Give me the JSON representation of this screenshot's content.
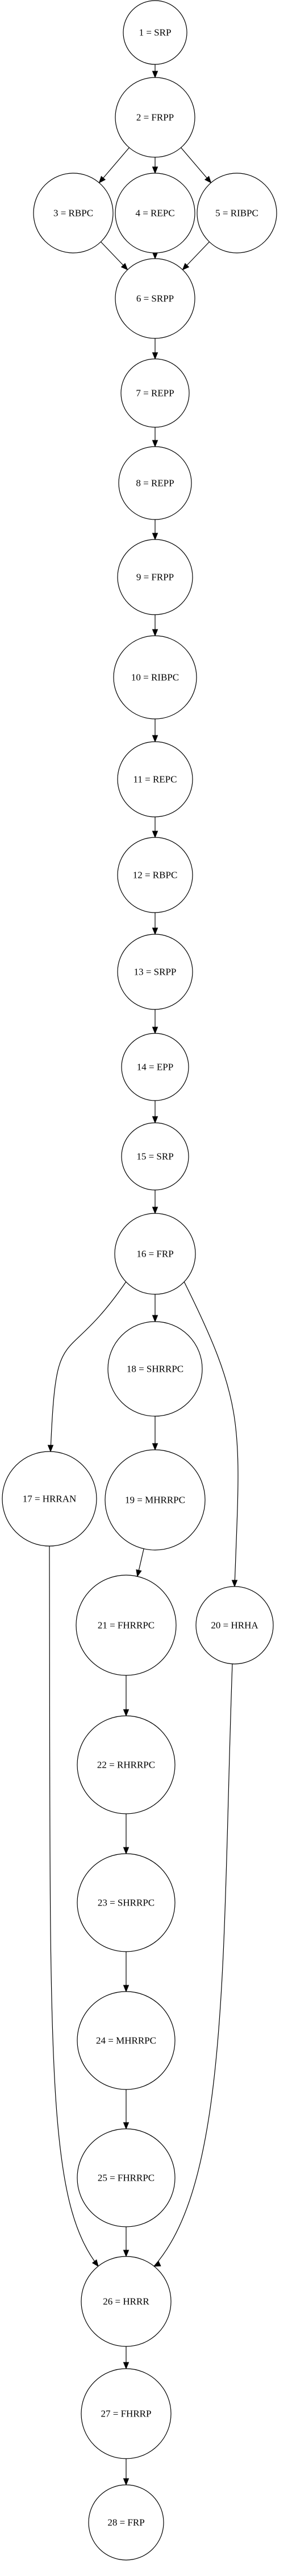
{
  "nodes": [
    {
      "id": "n1",
      "label": "1 = SRP"
    },
    {
      "id": "n2",
      "label": "2 = FRPP"
    },
    {
      "id": "n3",
      "label": "3 = RBPC"
    },
    {
      "id": "n4",
      "label": "4 = REPC"
    },
    {
      "id": "n5",
      "label": "5 = RIBPC"
    },
    {
      "id": "n6",
      "label": "6 = SRPP"
    },
    {
      "id": "n7",
      "label": "7 = REPP"
    },
    {
      "id": "n8",
      "label": "8 = REPP"
    },
    {
      "id": "n9",
      "label": "9 = FRPP"
    },
    {
      "id": "n10",
      "label": "10 = RIBPC"
    },
    {
      "id": "n11",
      "label": "11 = REPC"
    },
    {
      "id": "n12",
      "label": "12 = RBPC"
    },
    {
      "id": "n13",
      "label": "13 = SRPP"
    },
    {
      "id": "n14",
      "label": "14 = EPP"
    },
    {
      "id": "n15",
      "label": "15 = SRP"
    },
    {
      "id": "n16",
      "label": "16 = FRP"
    },
    {
      "id": "n17",
      "label": "17 = HRRAN"
    },
    {
      "id": "n18",
      "label": "18 = SHRRPC"
    },
    {
      "id": "n19",
      "label": "19 = MHRRPC"
    },
    {
      "id": "n20",
      "label": "20 = HRHA"
    },
    {
      "id": "n21",
      "label": "21 = FHRRPC"
    },
    {
      "id": "n22",
      "label": "22 = RHRRPC"
    },
    {
      "id": "n23",
      "label": "23 = SHRRPC"
    },
    {
      "id": "n24",
      "label": "24 = MHRRPC"
    },
    {
      "id": "n25",
      "label": "25 = FHRRPC"
    },
    {
      "id": "n26",
      "label": "26 = HRRR"
    },
    {
      "id": "n27",
      "label": "27 = FHRRP"
    },
    {
      "id": "n28",
      "label": "28 = FRP"
    }
  ],
  "edges": [
    {
      "from": "n1",
      "to": "n2"
    },
    {
      "from": "n2",
      "to": "n3"
    },
    {
      "from": "n2",
      "to": "n4"
    },
    {
      "from": "n2",
      "to": "n5"
    },
    {
      "from": "n3",
      "to": "n6"
    },
    {
      "from": "n4",
      "to": "n6"
    },
    {
      "from": "n5",
      "to": "n6"
    },
    {
      "from": "n6",
      "to": "n7"
    },
    {
      "from": "n7",
      "to": "n8"
    },
    {
      "from": "n8",
      "to": "n9"
    },
    {
      "from": "n9",
      "to": "n10"
    },
    {
      "from": "n10",
      "to": "n11"
    },
    {
      "from": "n11",
      "to": "n12"
    },
    {
      "from": "n12",
      "to": "n13"
    },
    {
      "from": "n13",
      "to": "n14"
    },
    {
      "from": "n14",
      "to": "n15"
    },
    {
      "from": "n15",
      "to": "n16"
    },
    {
      "from": "n16",
      "to": "n17"
    },
    {
      "from": "n16",
      "to": "n18"
    },
    {
      "from": "n16",
      "to": "n20"
    },
    {
      "from": "n18",
      "to": "n19"
    },
    {
      "from": "n19",
      "to": "n21"
    },
    {
      "from": "n21",
      "to": "n22"
    },
    {
      "from": "n22",
      "to": "n23"
    },
    {
      "from": "n23",
      "to": "n24"
    },
    {
      "from": "n24",
      "to": "n25"
    },
    {
      "from": "n25",
      "to": "n26"
    },
    {
      "from": "n17",
      "to": "n26"
    },
    {
      "from": "n20",
      "to": "n26"
    },
    {
      "from": "n26",
      "to": "n27"
    },
    {
      "from": "n27",
      "to": "n28"
    }
  ]
}
